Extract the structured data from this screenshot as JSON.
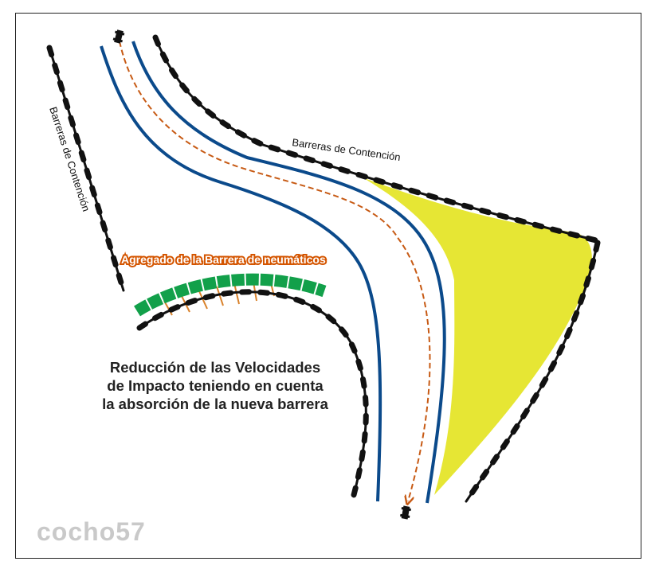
{
  "labels": {
    "barrier_left": "Barreras de Contención",
    "barrier_top": "Barreras de Contención",
    "tire_barrier": "Agregado de la Barrera de neumáticos"
  },
  "caption": {
    "line1": "Reducción de las Velocidades",
    "line2": "de Impacto teniendo en cuenta",
    "line3": "la absorción de la nueva barrera"
  },
  "watermark": "cocho57",
  "colors": {
    "track_edge": "#0b4a8b",
    "racing_line": "#c75a14",
    "tire_barrier": "#12a04a",
    "tire_marks": "#d9822b",
    "runoff_zone": "#e6e634",
    "barrier": "#111111"
  }
}
